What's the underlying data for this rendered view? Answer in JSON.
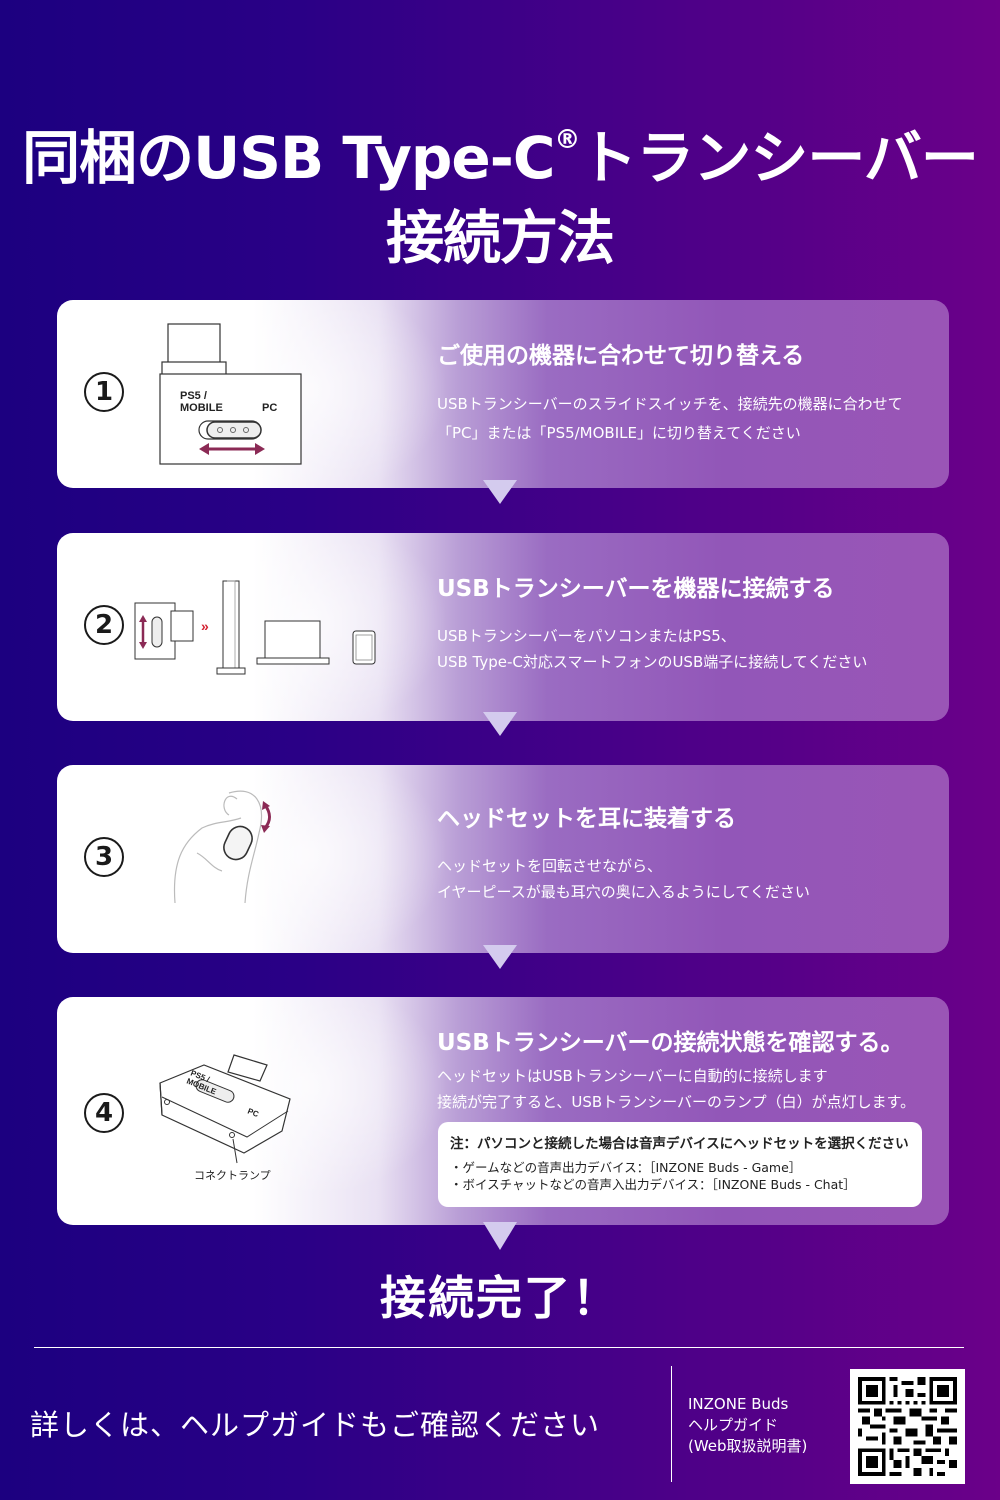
{
  "header": {
    "title_line1": "同梱のUSB Type-C",
    "title_reg": "®",
    "title_line1_suffix": "トランシーバー",
    "title_line2": "接続方法"
  },
  "colors": {
    "bg_left": "#1c0080",
    "bg_right": "#6b0089",
    "card_purple": "#9256b8",
    "arrow": "#d4cbee",
    "accent_arrow_red": "#8b2a55"
  },
  "steps": [
    {
      "number": "1",
      "heading": "ご使用の機器に合わせて切り替える",
      "lines": [
        "USBトランシーバーのスライドスイッチを、接続先の機器に合わせて",
        "「PC」または「PS5/MOBILE」に切り替えてください"
      ],
      "illustration": {
        "label_left_1": "PS5 /",
        "label_left_2": "MOBILE",
        "label_right": "PC"
      }
    },
    {
      "number": "2",
      "heading": "USBトランシーバーを機器に接続する",
      "lines": [
        "USBトランシーバーをパソコンまたはPS5、",
        "USB Type-C対応スマートフォンのUSB端子に接続してください"
      ],
      "illustration": {
        "chevron": "»"
      }
    },
    {
      "number": "3",
      "heading": "ヘッドセットを耳に装着する",
      "lines": [
        "ヘッドセットを回転させながら、",
        "イヤーピースが最も耳穴の奥に入るようにしてください"
      ]
    },
    {
      "number": "4",
      "heading": "USBトランシーバーの接続状態を確認する。",
      "lines": [
        "ヘッドセットはUSBトランシーバーに自動的に接続します",
        "接続が完了すると、USBトランシーバーのランプ（白）が点灯します。"
      ],
      "illustration": {
        "lamp_label": "コネクトランプ",
        "label_1": "PS5 /",
        "label_2": "MOBILE",
        "label_pc": "PC"
      },
      "note": {
        "heading": "注：パソコンと接続した場合は音声デバイスにヘッドセットを選択ください",
        "items": [
          "・ゲームなどの音声出力デバイス：［INZONE Buds - Game］",
          "・ボイスチャットなどの音声入出力デバイス：［INZONE Buds - Chat］"
        ]
      }
    }
  ],
  "complete": "接続完了！",
  "footer": {
    "text": "詳しくは、ヘルプガイドもご確認ください",
    "side_line1": "INZONE Buds",
    "side_line2": "ヘルプガイド",
    "side_line3": "(Web取扱説明書)",
    "qr_icon": "qr-code"
  }
}
